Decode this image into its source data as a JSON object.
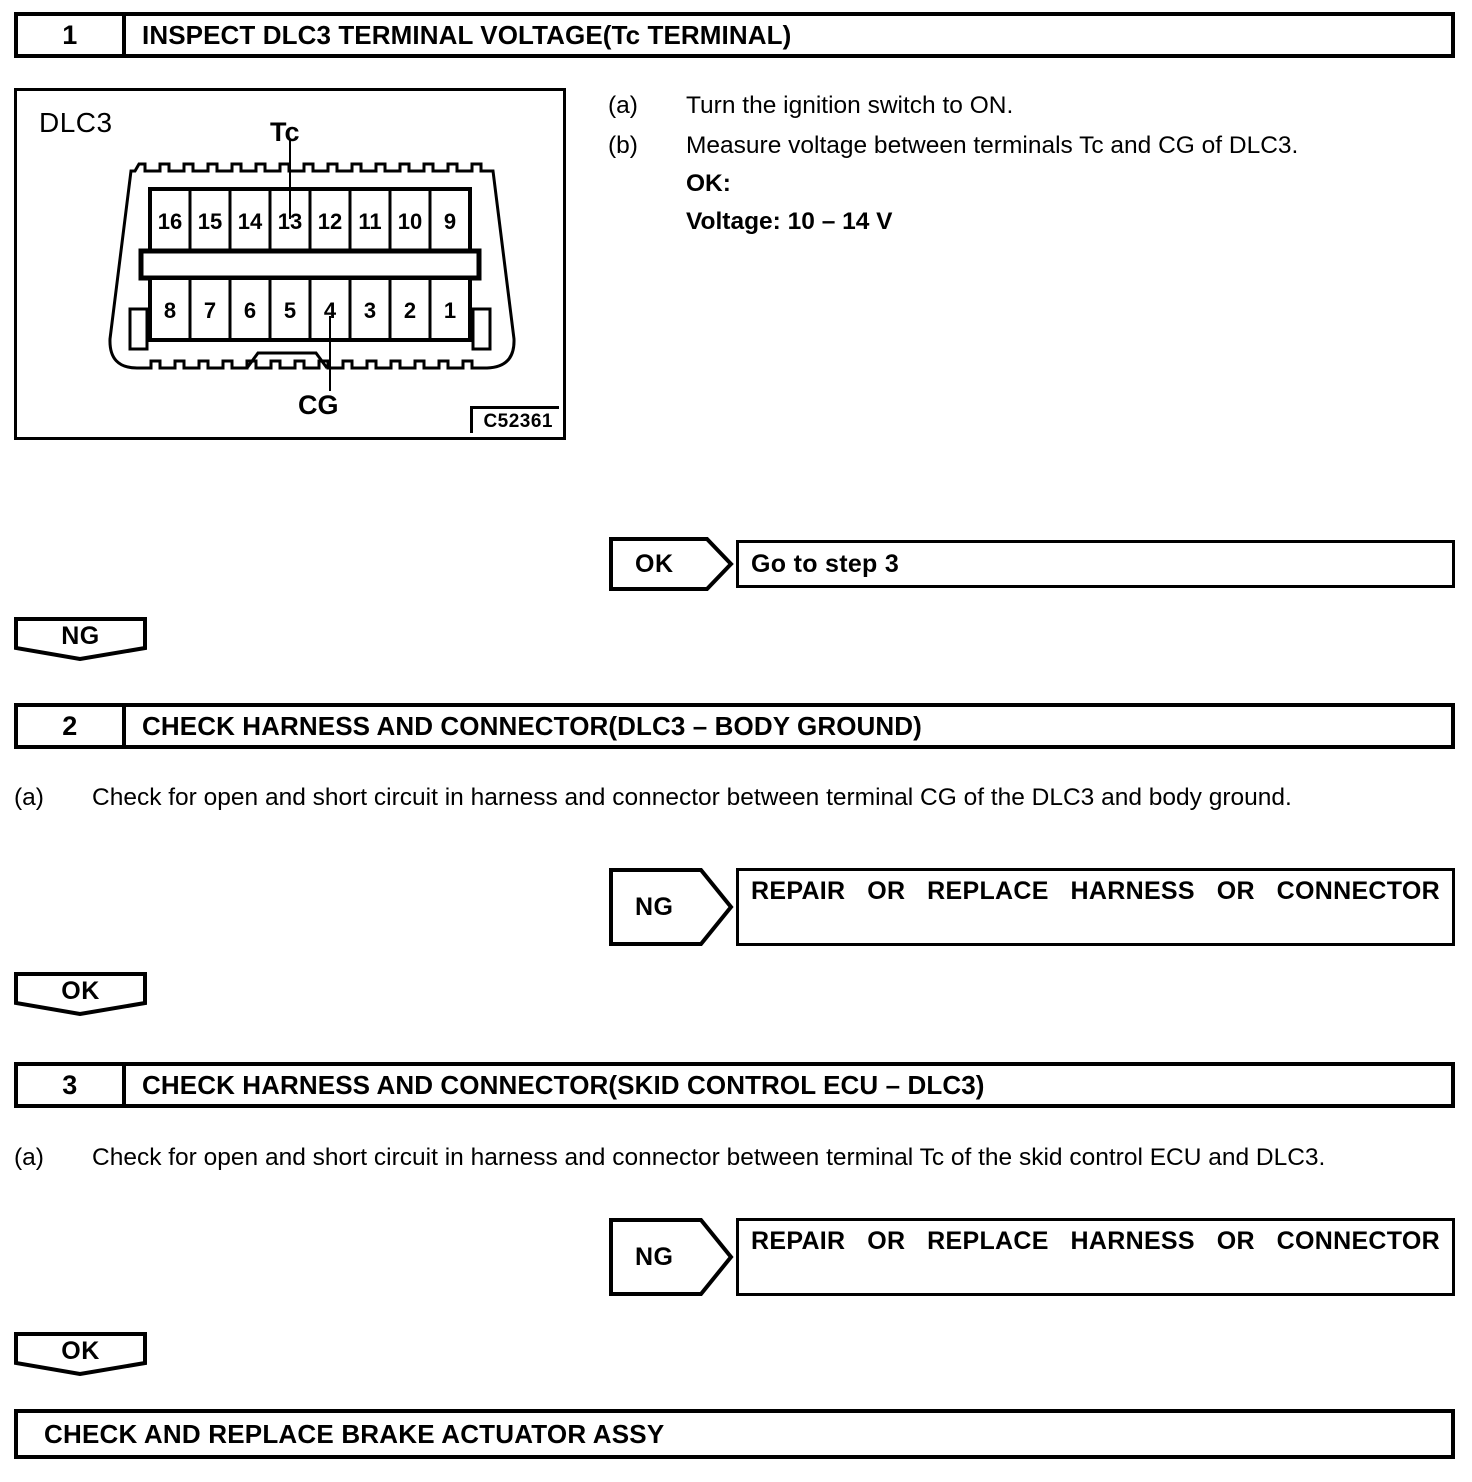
{
  "document": {
    "type": "diagnostic-flowchart",
    "accent_color": "#000000",
    "background_color": "#ffffff"
  },
  "step1": {
    "number": "1",
    "title": "INSPECT DLC3 TERMINAL VOLTAGE(Tc TERMINAL)",
    "instructions": [
      {
        "label": "(a)",
        "text": "Turn the ignition switch to ON.",
        "bold": false
      },
      {
        "label": "(b)",
        "text": "Measure voltage between terminals Tc and CG of DLC3.",
        "bold": false
      },
      {
        "label": "",
        "text": "OK:",
        "bold": true
      },
      {
        "label": "",
        "text": "Voltage: 10 – 14 V",
        "bold": true
      }
    ],
    "illustration": {
      "connector_name": "DLC3",
      "reference_code": "C52361",
      "callout_top": "Tc",
      "callout_bottom": "CG",
      "top_row_pins": [
        "16",
        "15",
        "14",
        "13",
        "12",
        "11",
        "10",
        "9"
      ],
      "bottom_row_pins": [
        "8",
        "7",
        "6",
        "5",
        "4",
        "3",
        "2",
        "1"
      ],
      "tc_pin": "13",
      "cg_pin": "4"
    },
    "ok_branch": {
      "badge": "OK",
      "result": "Go to step 3"
    },
    "ng_branch": {
      "badge": "NG"
    }
  },
  "step2": {
    "number": "2",
    "title": "CHECK HARNESS AND CONNECTOR(DLC3 – BODY GROUND)",
    "instructions": [
      {
        "label": "(a)",
        "text": "Check for open and short circuit in harness and connector between terminal CG of the DLC3 and body ground.",
        "bold": false
      }
    ],
    "ng_branch": {
      "badge": "NG",
      "result": "REPAIR OR REPLACE HARNESS OR CONNECTOR"
    },
    "ok_branch": {
      "badge": "OK"
    }
  },
  "step3": {
    "number": "3",
    "title": "CHECK HARNESS AND CONNECTOR(SKID CONTROL ECU – DLC3)",
    "instructions": [
      {
        "label": "(a)",
        "text": "Check for open and short circuit in harness and connector between terminal Tc of the skid control ECU and DLC3.",
        "bold": false
      }
    ],
    "ng_branch": {
      "badge": "NG",
      "result": "REPAIR OR REPLACE HARNESS OR CONNECTOR"
    },
    "ok_branch": {
      "badge": "OK"
    }
  },
  "final": {
    "text": "CHECK AND REPLACE BRAKE ACTUATOR ASSY"
  }
}
